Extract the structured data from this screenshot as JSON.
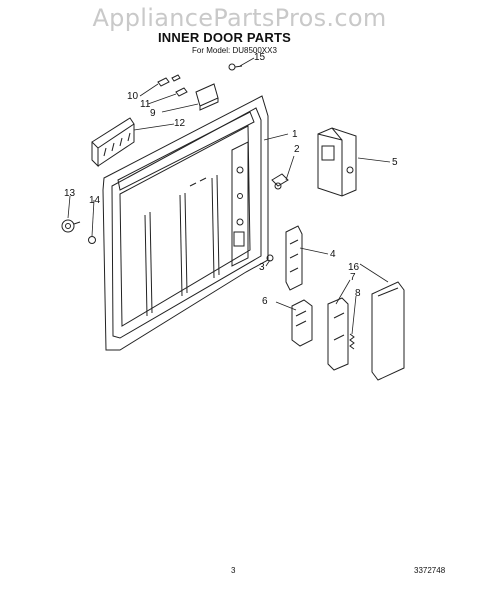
{
  "watermark": "AppliancePartsPros.com",
  "title": "INNER DOOR PARTS",
  "model_label": "For Model: DU8500XX3",
  "page_number": "3",
  "document_number": "3372748",
  "callouts": [
    "1",
    "2",
    "3",
    "4",
    "5",
    "6",
    "7",
    "8",
    "9",
    "10",
    "11",
    "12",
    "13",
    "14",
    "15",
    "16"
  ]
}
